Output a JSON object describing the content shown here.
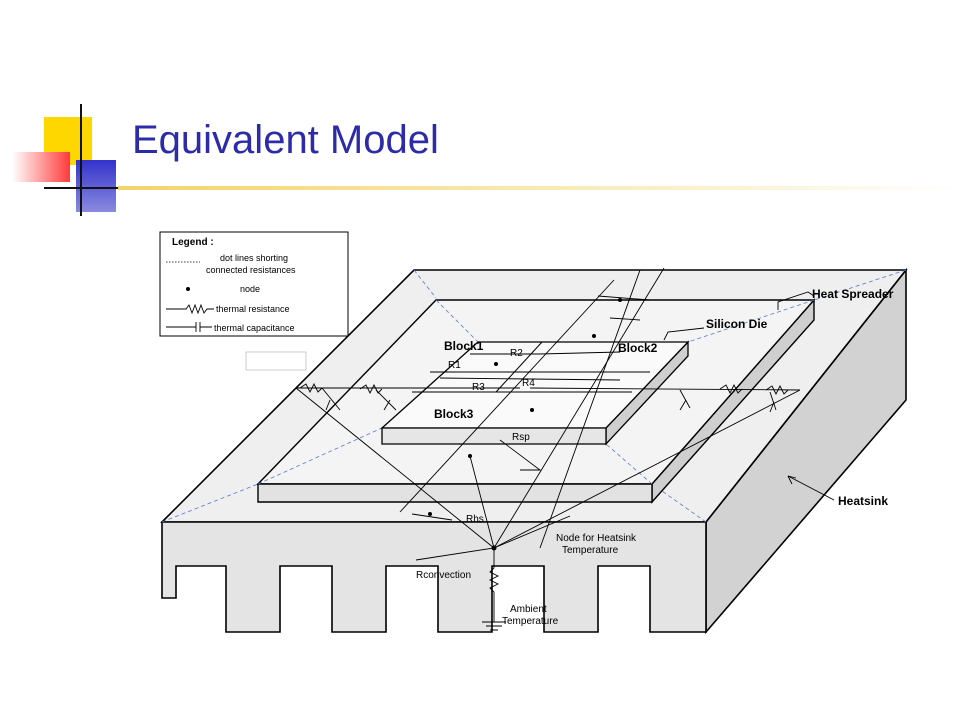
{
  "slide": {
    "title": "Equivalent Model",
    "colors": {
      "title": "#2c2ca8",
      "accent_yellow": "#ffd700",
      "accent_blue": "#3333cc",
      "accent_red": "#ff3333"
    }
  },
  "legend": {
    "heading": "Legend :",
    "dotted_line_label_1": "dot lines shorting",
    "dotted_line_label_2": "connected resistances",
    "node_label": "node",
    "resistance_label": "thermal resistance",
    "capacitance_label": "thermal capacitance"
  },
  "labels": {
    "heat_spreader": "Heat Spreader",
    "silicon_die": "Silicon Die",
    "heatsink": "Heatsink",
    "block1": "Block1",
    "block2": "Block2",
    "block3": "Block3",
    "r1": "R1",
    "r2": "R2",
    "r3": "R3",
    "r4": "R4",
    "rsp": "Rsp",
    "rhs": "Rhs",
    "rconvection": "Rconvection",
    "node_heatsink_1": "Node for Heatsink",
    "node_heatsink_2": "Temperature",
    "ambient_1": "Ambient",
    "ambient_2": "Temperature"
  }
}
